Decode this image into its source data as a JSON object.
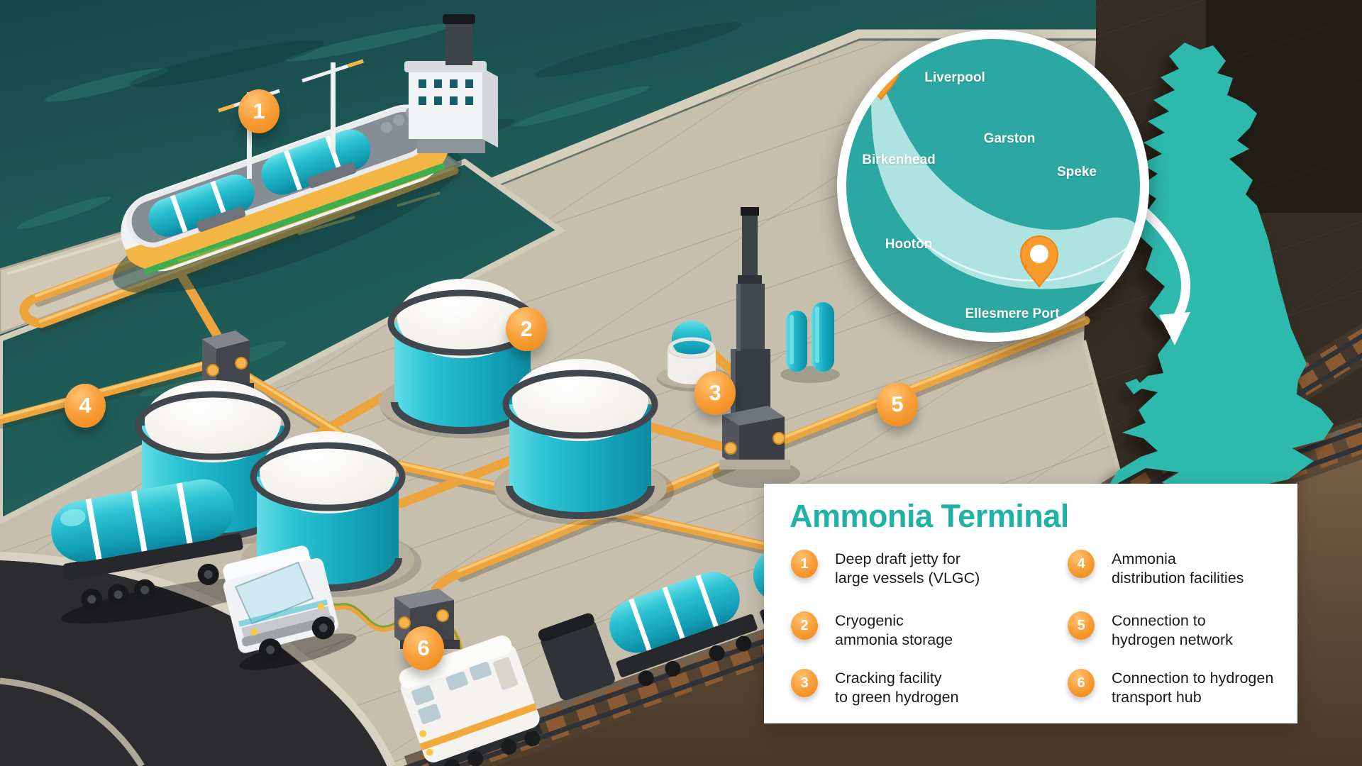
{
  "legend": {
    "title": "Ammonia Terminal",
    "items": [
      {
        "number": "1",
        "line1": "Deep draft jetty for",
        "line2": "large vessels (VLGC)"
      },
      {
        "number": "2",
        "line1": "Cryogenic",
        "line2": "ammonia storage"
      },
      {
        "number": "3",
        "line1": "Cracking facility",
        "line2": "to green hydrogen"
      },
      {
        "number": "4",
        "line1": "Ammonia",
        "line2": "distribution facilities"
      },
      {
        "number": "5",
        "line1": "Connection to",
        "line2": "hydrogen network"
      },
      {
        "number": "6",
        "line1": "Connection to hydrogen",
        "line2": "transport hub"
      }
    ]
  },
  "scene_markers": [
    {
      "label": "1"
    },
    {
      "label": "2"
    },
    {
      "label": "3"
    },
    {
      "label": "4"
    },
    {
      "label": "5"
    },
    {
      "label": "6"
    }
  ],
  "inset_map": {
    "labels": [
      {
        "text": "Liverpool"
      },
      {
        "text": "Garston"
      },
      {
        "text": "Speke"
      },
      {
        "text": "Birkenhead"
      },
      {
        "text": "Hooton"
      },
      {
        "text": "Ellesmere Port"
      }
    ],
    "pins": [
      {
        "icon": "location-pin"
      },
      {
        "icon": "location-pin"
      }
    ]
  },
  "uk_map": {
    "icon": "great-britain-silhouette"
  },
  "colors": {
    "accent_teal": "#21b2a6",
    "marker_orange": "#f7941e",
    "water": "#1e5b57",
    "quay": "#c6bfae",
    "tank_teal": "#14a7bc",
    "pipe_yellow": "#eda43c",
    "inset_map_teal": "#2aa8a1",
    "estuary_light": "#aee3e2",
    "uk_map_teal": "#2db9ac"
  }
}
